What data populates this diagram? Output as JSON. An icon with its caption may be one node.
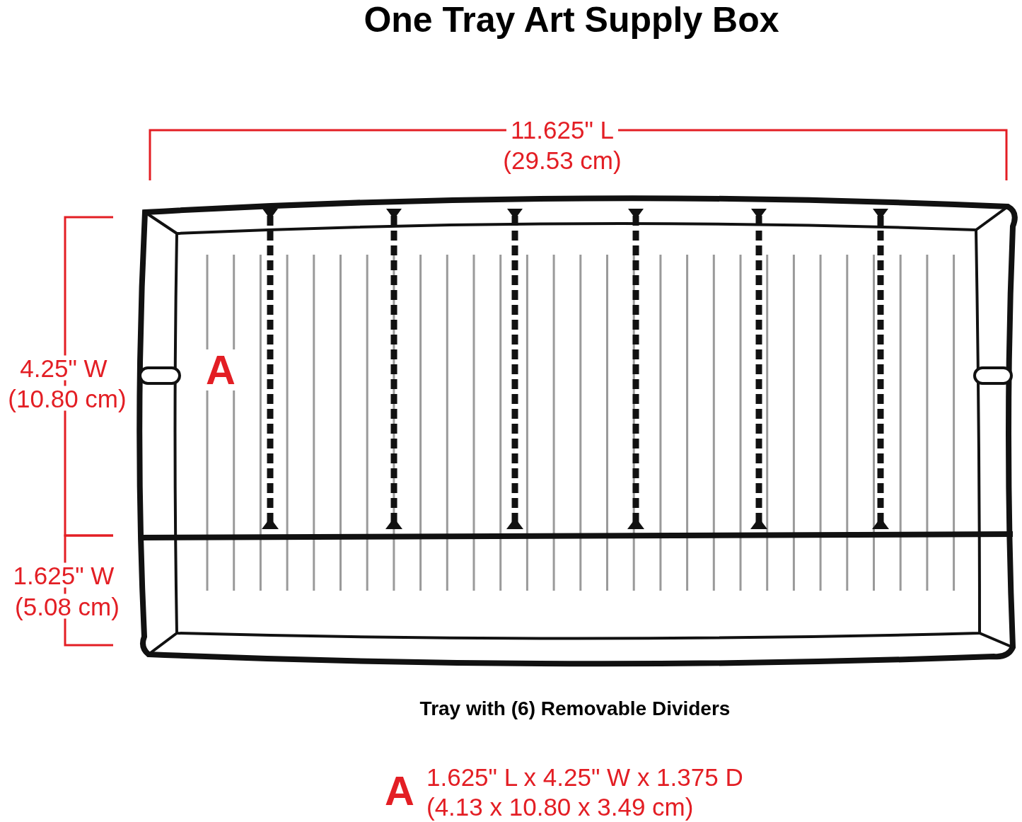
{
  "diagram": {
    "title": "One Tray Art Supply Box",
    "caption": "Tray with (6) Removable Dividers",
    "labels": [
      "11.625\" L",
      "(29.53 cm)",
      "4.25\" W",
      "(10.80 cm)",
      "A",
      "1.625\" W",
      "(5.08 cm)",
      "A",
      "1.625\" L x 4.25\" W x 1.375 D",
      "(4.13 x 10.80 x 3.49 cm)"
    ]
  }
}
